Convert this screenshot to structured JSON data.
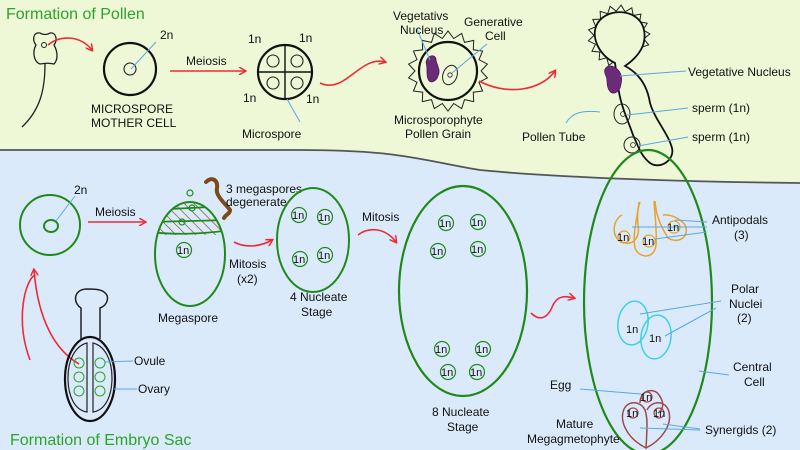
{
  "colors": {
    "top_bg": "#eef7d6",
    "bottom_bg": "#dbeafb",
    "title": "#2aa52a",
    "arrow": "#ee2b35",
    "leader": "#5aa7e6",
    "green_cell": "#1f8a1a",
    "purple": "#6c2b78",
    "orange": "#e8a22b",
    "cyan": "#3fd0e6",
    "maroon": "#9b4a4a",
    "brown": "#7b4a1a"
  },
  "pollen": {
    "title": "Formation of Pollen",
    "mother_cell": {
      "ploidy": "2n",
      "label_line1": "MICROSPORE",
      "label_line2": "MOTHER CELL"
    },
    "meiosis": "Meiosis",
    "tetrad": {
      "ploidy": [
        "1n",
        "1n",
        "1n",
        "1n"
      ],
      "label": "Microspore"
    },
    "pollen_grain": {
      "vegetative_line1": "Vegetativs",
      "vegetative_line2": "Nucleus",
      "generative_line1": "Generative",
      "generative_line2": "Cell",
      "label_line1": "Microsporophyte",
      "label_line2": "Pollen Grain"
    },
    "germinated": {
      "vegetative_nucleus": "Vegetative Nucleus",
      "sperm1": "sperm (1n)",
      "sperm2": "sperm (1n)",
      "pollen_tube": "Pollen Tube"
    }
  },
  "embryo_sac": {
    "title": "Formation of Embryo Sac",
    "mother_cell": {
      "ploidy": "2n"
    },
    "meiosis": "Meiosis",
    "megaspore": {
      "degenerate_line1": "3 megaspores",
      "degenerate_line2": "degenerate",
      "ploidy": "1n",
      "label": "Megaspore"
    },
    "mitosis_x2_line1": "Mitosis",
    "mitosis_x2_line2": "(x2)",
    "four_nucleate": {
      "nuclei": [
        "1n",
        "1n",
        "1n",
        "1n"
      ],
      "label_line1": "4 Nucleate",
      "label_line2": "Stage"
    },
    "mitosis": "Mitosis",
    "eight_nucleate": {
      "nuclei": [
        "1n",
        "1n",
        "1n",
        "1n",
        "1n",
        "1n",
        "1n",
        "1n"
      ],
      "label_line1": "8 Nucleate",
      "label_line2": "Stage"
    },
    "ovary_diagram": {
      "ovule": "Ovule",
      "ovary": "Ovary"
    },
    "mature": {
      "antipodals_line1": "Antipodals",
      "antipodals_line2": "(3)",
      "antipodal_nuclei": [
        "1n",
        "1n",
        "1n"
      ],
      "polar_line1": "Polar",
      "polar_line2": "Nuclei",
      "polar_line3": "(2)",
      "polar_nuclei": [
        "1n",
        "1n"
      ],
      "central_line1": "Central",
      "central_line2": "Cell",
      "egg": "Egg",
      "egg_nucleus": "1n",
      "synergid_nuclei": [
        "1n",
        "1n"
      ],
      "synergids": "Synergids (2)",
      "label_line1": "Mature",
      "label_line2": "Megagmetophyte"
    }
  }
}
